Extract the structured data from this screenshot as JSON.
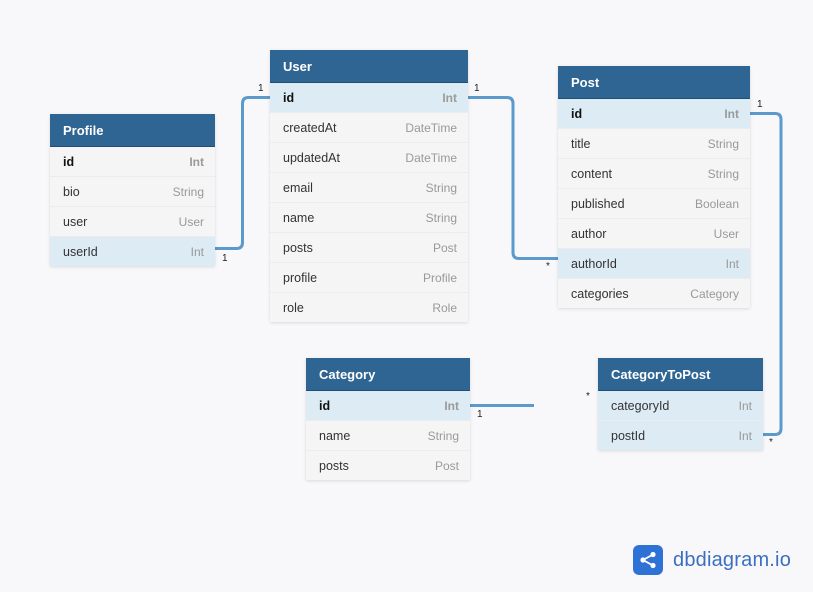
{
  "brand": {
    "name": "dbdiagram.io",
    "logo_icon": "share-nodes-icon"
  },
  "tables": {
    "profile": {
      "name": "Profile",
      "fields": [
        {
          "name": "id",
          "type": "Int",
          "pk": true
        },
        {
          "name": "bio",
          "type": "String"
        },
        {
          "name": "user",
          "type": "User"
        },
        {
          "name": "userId",
          "type": "Int",
          "highlight": true
        }
      ]
    },
    "user": {
      "name": "User",
      "fields": [
        {
          "name": "id",
          "type": "Int",
          "pk": true,
          "highlight": true
        },
        {
          "name": "createdAt",
          "type": "DateTime"
        },
        {
          "name": "updatedAt",
          "type": "DateTime"
        },
        {
          "name": "email",
          "type": "String"
        },
        {
          "name": "name",
          "type": "String"
        },
        {
          "name": "posts",
          "type": "Post"
        },
        {
          "name": "profile",
          "type": "Profile"
        },
        {
          "name": "role",
          "type": "Role"
        }
      ]
    },
    "post": {
      "name": "Post",
      "fields": [
        {
          "name": "id",
          "type": "Int",
          "pk": true,
          "highlight": true
        },
        {
          "name": "title",
          "type": "String"
        },
        {
          "name": "content",
          "type": "String"
        },
        {
          "name": "published",
          "type": "Boolean"
        },
        {
          "name": "author",
          "type": "User"
        },
        {
          "name": "authorId",
          "type": "Int",
          "highlight": true
        },
        {
          "name": "categories",
          "type": "Category"
        }
      ]
    },
    "category": {
      "name": "Category",
      "fields": [
        {
          "name": "id",
          "type": "Int",
          "pk": true,
          "highlight": true
        },
        {
          "name": "name",
          "type": "String"
        },
        {
          "name": "posts",
          "type": "Post"
        }
      ]
    },
    "categorytopost": {
      "name": "CategoryToPost",
      "fields": [
        {
          "name": "categoryId",
          "type": "Int",
          "highlight": true
        },
        {
          "name": "postId",
          "type": "Int",
          "highlight": true
        }
      ]
    }
  },
  "relationships": [
    {
      "from": "profile.userId",
      "to": "user.id",
      "from_card": "1",
      "to_card": "1"
    },
    {
      "from": "post.authorId",
      "to": "user.id",
      "from_card": "*",
      "to_card": "1"
    },
    {
      "from": "categorytopost.postId",
      "to": "post.id",
      "from_card": "*",
      "to_card": "1"
    },
    {
      "from": "categorytopost.categoryId",
      "to": "category.id",
      "from_card": "*",
      "to_card": "1"
    }
  ],
  "colors": {
    "header": "#2f6592",
    "highlight_row": "#dcebf4",
    "connector": "#5b9acb",
    "brand": "#2f72d6"
  }
}
